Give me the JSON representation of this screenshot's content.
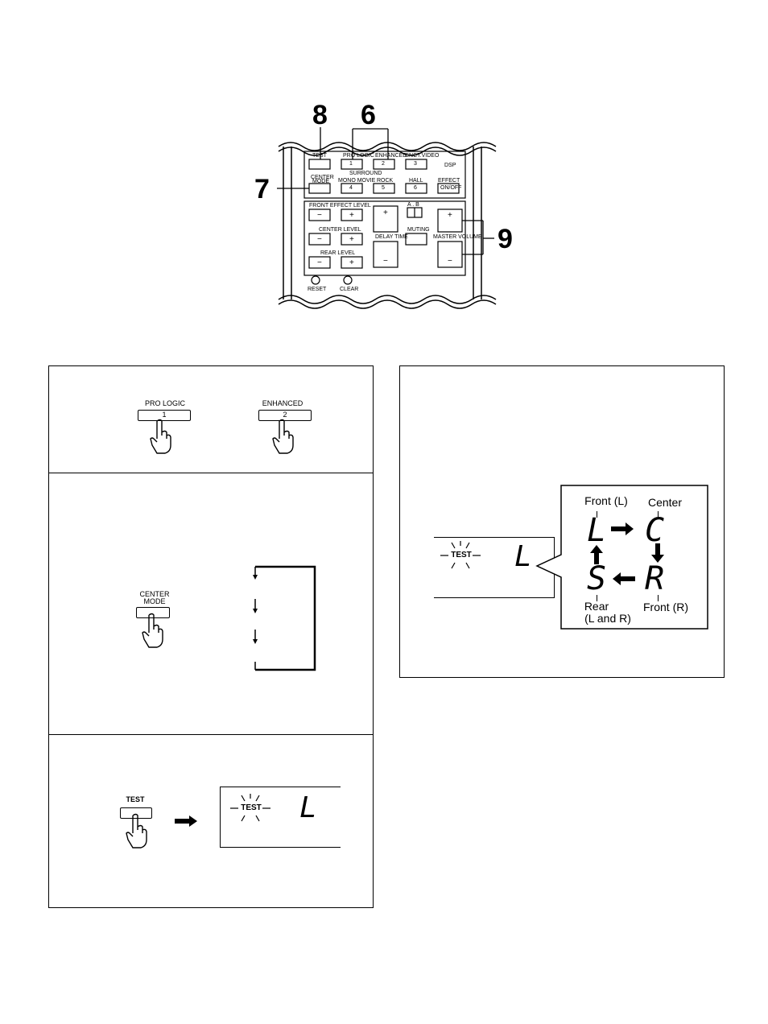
{
  "remote_panel": {
    "callouts": {
      "c8": "8",
      "c6": "6",
      "c7": "7",
      "c9": "9"
    },
    "labels": {
      "test": "TEST",
      "pro_logic": "PRO LOGIC",
      "enhanced": "ENHANCED",
      "cnct_video": "CNCT.VIDEO",
      "surround": "SURROUND",
      "dsp": "DSP",
      "center_mode_line1": "CENTER",
      "center_mode_line2": "MODE",
      "mono_movie": "MONO MOVIE",
      "rock": "ROCK",
      "hall": "HALL",
      "effect": "EFFECT",
      "on_off": "ON/OFF",
      "front_effect_level": "FRONT EFFECT LEVEL",
      "center_level": "CENTER LEVEL",
      "rear_level": "REAR LEVEL",
      "delay_time": "DELAY TIME",
      "muting": "MUTING",
      "ab": "A . B",
      "master_volume": "MASTER VOLUME",
      "reset": "RESET",
      "clear": "CLEAR",
      "plus": "+",
      "minus": "−",
      "k1": "1",
      "k2": "2",
      "k3": "3",
      "k4": "4",
      "k5": "5",
      "k6": "6"
    }
  },
  "step1": {
    "pro_logic_label": "PRO LOGIC",
    "pro_logic_key": "1",
    "enhanced_label": "ENHANCED",
    "enhanced_key": "2"
  },
  "step2": {
    "center_label_line1": "CENTER",
    "center_label_line2": "MODE"
  },
  "step3": {
    "test_label": "TEST",
    "display_test": "TEST",
    "display_char": "L"
  },
  "test_sequence": {
    "display_test": "TEST",
    "display_char": "L",
    "front_l_label": "Front (L)",
    "center_label": "Center",
    "rear_label_line1": "Rear",
    "rear_label_line2": "(L and R)",
    "front_r_label": "Front (R)",
    "seg_l": "L",
    "seg_c": "C",
    "seg_s": "S",
    "seg_r": "R"
  }
}
